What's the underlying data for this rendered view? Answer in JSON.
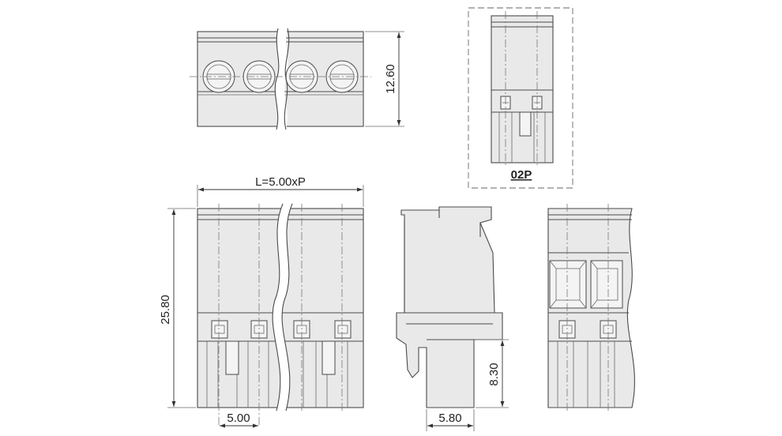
{
  "dimensions": {
    "top_height": "12.60",
    "total_length": "L=5.00xP",
    "total_height": "25.80",
    "pitch": "5.00",
    "side_width": "5.80",
    "pin_height": "8.30"
  },
  "detail_label": "02P",
  "colors": {
    "line": "#4a4a4a",
    "body_fill": "#e9e9e9",
    "text": "#222222"
  }
}
